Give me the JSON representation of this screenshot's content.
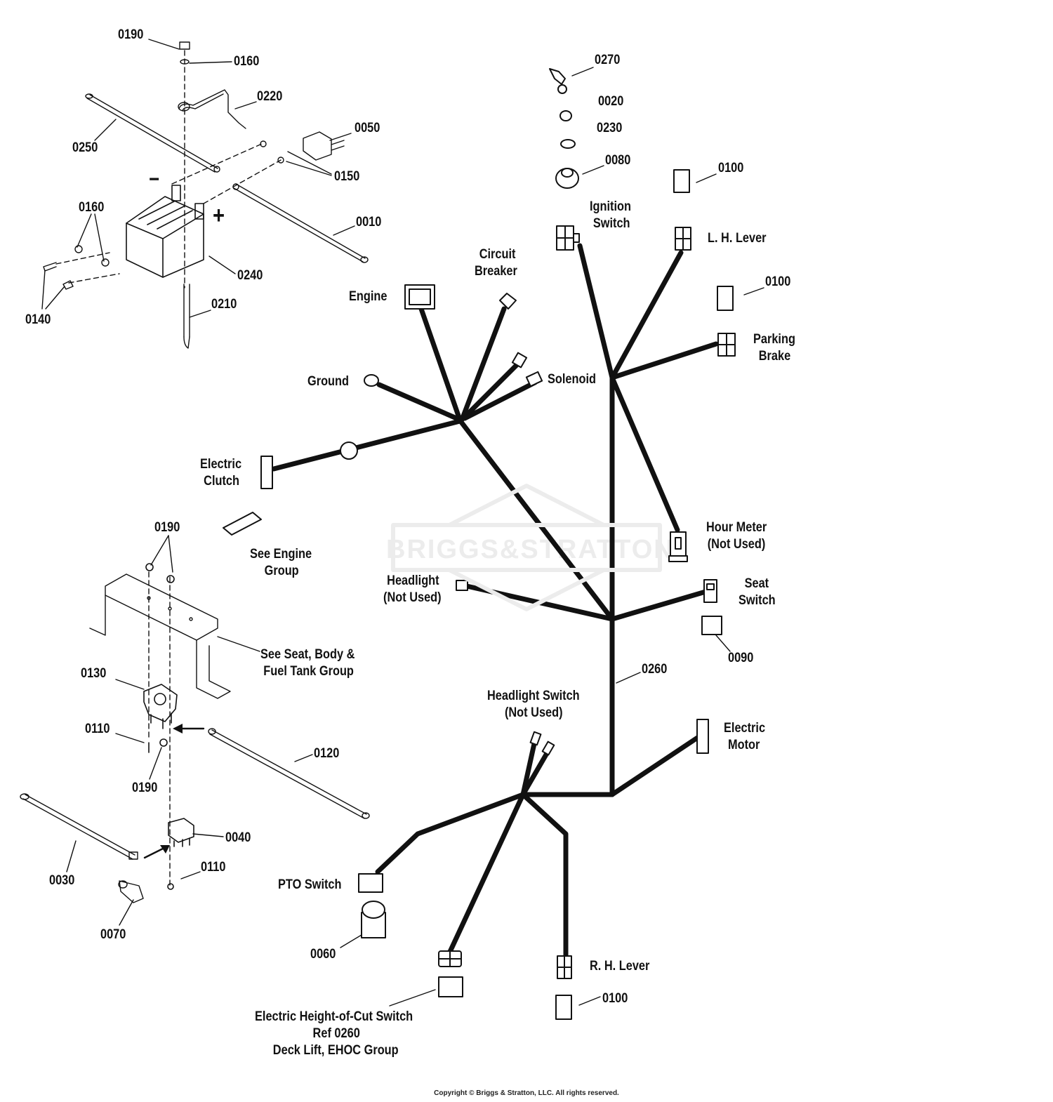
{
  "watermark": "BRIGGS&STRATTON",
  "copyright": "Copyright © Briggs & Stratton, LLC. All rights reserved.",
  "parts": {
    "p0190_top": "0190",
    "p0160_top": "0160",
    "p0220": "0220",
    "p0250": "0250",
    "p0050": "0050",
    "p0150": "0150",
    "p0010": "0010",
    "p0160_left": "0160",
    "p0240": "0240",
    "p0140": "0140",
    "p0210": "0210",
    "p0270": "0270",
    "p0020": "0020",
    "p0230": "0230",
    "p0080": "0080",
    "p0100_a": "0100",
    "p0100_b": "0100",
    "p0190_mid": "0190",
    "p0130": "0130",
    "p0110_a": "0110",
    "p0190_low": "0190",
    "p0120": "0120",
    "p0040": "0040",
    "p0110_b": "0110",
    "p0030": "0030",
    "p0070": "0070",
    "p0090": "0090",
    "p0260": "0260",
    "p0060": "0060",
    "p0100_c": "0100"
  },
  "symbols": {
    "minus": "−",
    "plus": "+"
  },
  "connectors": {
    "ignition_switch": [
      "Ignition",
      "Switch"
    ],
    "lh_lever": "L. H. Lever",
    "circuit_breaker": [
      "Circuit",
      "Breaker"
    ],
    "engine": "Engine",
    "ground": "Ground",
    "solenoid": "Solenoid",
    "parking_brake": [
      "Parking",
      "Brake"
    ],
    "electric_clutch": [
      "Electric",
      "Clutch"
    ],
    "see_engine_group": [
      "See Engine",
      "Group"
    ],
    "hour_meter": [
      "Hour Meter",
      "(Not Used)"
    ],
    "headlight": [
      "Headlight",
      "(Not Used)"
    ],
    "seat_switch": [
      "Seat",
      "Switch"
    ],
    "see_seat_body": [
      "See Seat, Body &",
      "Fuel Tank Group"
    ],
    "headlight_switch": [
      "Headlight Switch",
      "(Not Used)"
    ],
    "electric_motor": [
      "Electric",
      "Motor"
    ],
    "pto_switch": "PTO Switch",
    "rh_lever": "R. H. Lever",
    "ehoc": [
      "Electric Height-of-Cut Switch",
      "Ref 0260",
      "Deck Lift, EHOC Group"
    ]
  }
}
